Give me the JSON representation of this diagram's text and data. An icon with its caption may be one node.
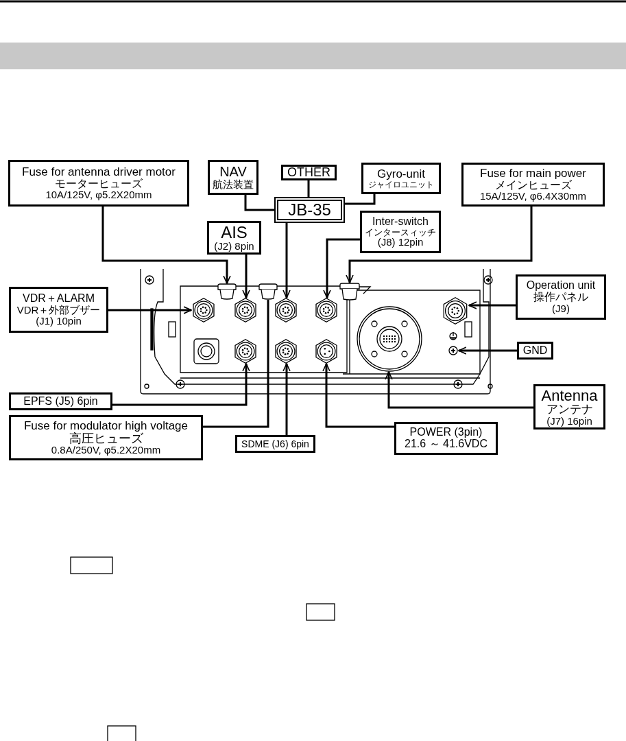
{
  "diagram": {
    "nodes": [
      {
        "text": [
          "Fuse for antenna driver motor",
          "モーターヒューズ",
          "10A/125V, φ5.2X20mm"
        ]
      },
      {
        "text": [
          "NAV",
          "航法装置"
        ]
      },
      {
        "text": [
          "OTHER"
        ]
      },
      {
        "text": [
          "Gyro-unit",
          "ジャイロユニット"
        ]
      },
      {
        "text": [
          "Fuse for main power",
          "メインヒューズ",
          "15A/125V, φ6.4X30mm"
        ]
      },
      {
        "text": [
          "JB-35"
        ]
      },
      {
        "text": [
          "AIS",
          "(J2) 8pin"
        ]
      },
      {
        "text": [
          "Inter-switch",
          "インタースィッチ",
          "(J8) 12pin"
        ]
      },
      {
        "text": [
          "VDR＋ALARM",
          "VDR＋外部ブザー",
          "(J1) 10pin"
        ]
      },
      {
        "text": [
          "Operation unit",
          "操作パネル",
          "(J9)"
        ]
      },
      {
        "text": [
          "GND"
        ]
      },
      {
        "text": [
          "EPFS (J5) 6pin"
        ]
      },
      {
        "text": [
          "Fuse for modulator high voltage",
          "高圧ヒューズ",
          "0.8A/250V, φ5.2X20mm"
        ]
      },
      {
        "text": [
          "SDME (J6) 6pin"
        ]
      },
      {
        "text": [
          "Antenna",
          "アンテナ",
          "(J7) 16pin"
        ]
      },
      {
        "text": [
          "POWER (3pin)",
          "21.6 ～ 41.6VDC"
        ]
      },
      {
        "text": [],
        "shape": "box"
      },
      {
        "text": [],
        "shape": "box"
      },
      {
        "text": [],
        "shape": "box"
      },
      {
        "text": [],
        "shape": "circle"
      },
      {
        "text": [],
        "shape": "circle"
      },
      {
        "text": [],
        "shape": "circle"
      },
      {
        "text": [],
        "shape": "circle"
      },
      {
        "text": [],
        "shape": "circle"
      },
      {
        "text": [],
        "shape": "circle"
      },
      {
        "text": [],
        "shape": "circle"
      },
      {
        "text": [],
        "shape": "circle"
      },
      {
        "text": [],
        "shape": "circle"
      },
      {
        "text": [],
        "shape": "circle"
      }
    ],
    "edges": [
      {
        "from": 0,
        "to": 16,
        "arrow": "to"
      },
      {
        "from": 6,
        "to": 20,
        "arrow": "to"
      },
      {
        "from": 1,
        "to": 5,
        "arrow": "none"
      },
      {
        "from": 2,
        "to": 5,
        "arrow": "none"
      },
      {
        "from": 3,
        "to": 5,
        "arrow": "none"
      },
      {
        "from": 5,
        "to": 21,
        "arrow": "to"
      },
      {
        "from": 7,
        "to": 22,
        "arrow": "to"
      },
      {
        "from": 4,
        "to": 18,
        "arrow": "to"
      },
      {
        "from": 8,
        "to": 19,
        "arrow": "to"
      },
      {
        "from": 9,
        "to": 23,
        "arrow": "to"
      },
      {
        "from": 10,
        "to": 27,
        "arrow": "to"
      },
      {
        "from": 11,
        "to": 24,
        "arrow": "to"
      },
      {
        "from": 12,
        "to": 17,
        "arrow": "none"
      },
      {
        "from": 13,
        "to": 25,
        "arrow": "to"
      },
      {
        "from": 15,
        "to": 26,
        "arrow": "to"
      },
      {
        "from": 14,
        "to": 28,
        "arrow": "to"
      }
    ]
  }
}
